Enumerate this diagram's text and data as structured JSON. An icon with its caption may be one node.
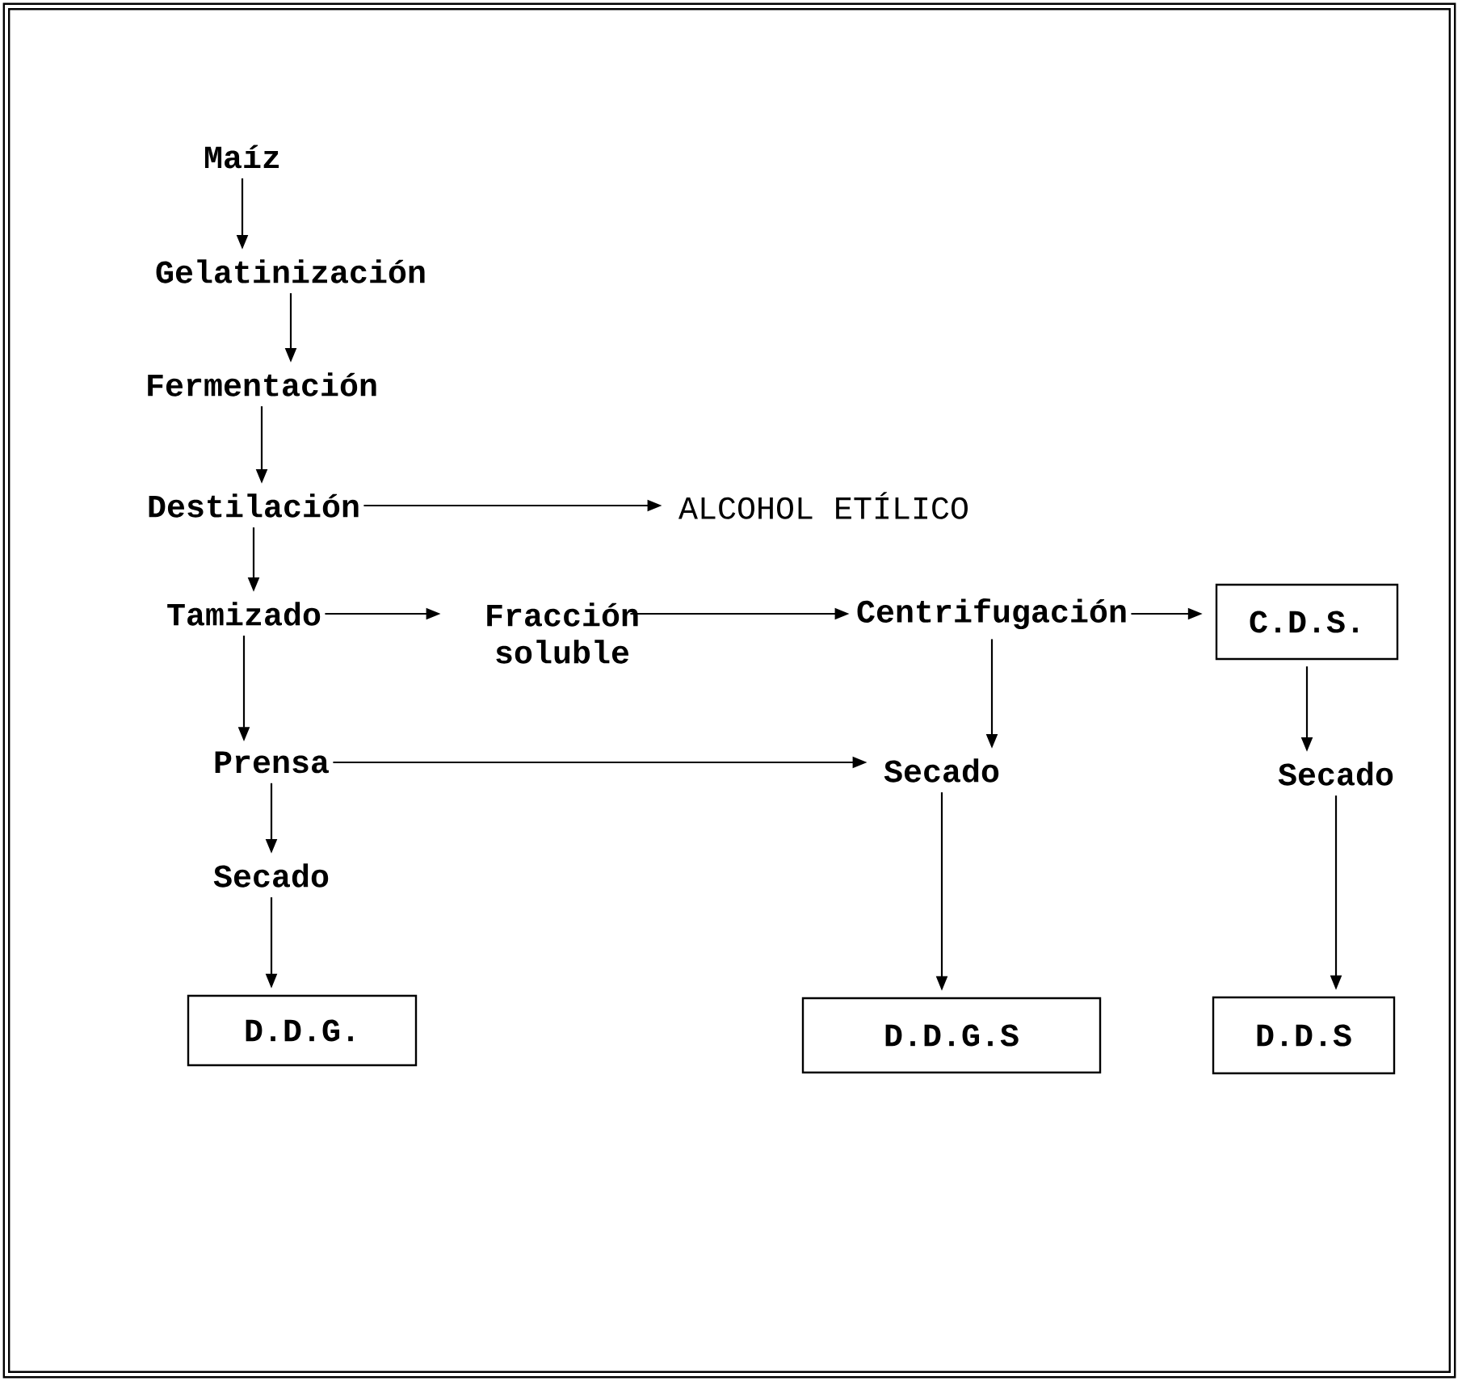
{
  "diagram": {
    "nodes": [
      {
        "text": [
          "Maíz"
        ]
      },
      {
        "text": [
          "Gelatinización"
        ]
      },
      {
        "text": [
          "Fermentación"
        ]
      },
      {
        "text": [
          "Destilación"
        ]
      },
      {
        "text": [
          "ALCOHOL ETÍLICO"
        ]
      },
      {
        "text": [
          "Tamizado"
        ]
      },
      {
        "text": [
          "Fracción soluble"
        ]
      },
      {
        "text": [
          "Centrifugación"
        ]
      },
      {
        "text": [
          "C.D.S."
        ]
      },
      {
        "text": [
          "Prensa"
        ]
      },
      {
        "text": [
          "Secado"
        ]
      },
      {
        "text": [
          "Secado"
        ]
      },
      {
        "text": [
          "Secado"
        ]
      },
      {
        "text": [
          "D.D.G."
        ]
      },
      {
        "text": [
          "D.D.G.S"
        ]
      },
      {
        "text": [
          "D.D.S"
        ]
      }
    ],
    "edges": [
      {
        "from": 0,
        "to": 1,
        "arrow": "to"
      },
      {
        "from": 1,
        "to": 2,
        "arrow": "to"
      },
      {
        "from": 2,
        "to": 3,
        "arrow": "to"
      },
      {
        "from": 3,
        "to": 4,
        "arrow": "to"
      },
      {
        "from": 3,
        "to": 5,
        "arrow": "to"
      },
      {
        "from": 5,
        "to": 6,
        "arrow": "to"
      },
      {
        "from": 6,
        "to": 7,
        "arrow": "to"
      },
      {
        "from": 7,
        "to": 8,
        "arrow": "to"
      },
      {
        "from": 5,
        "to": 9,
        "arrow": "to"
      },
      {
        "from": 7,
        "to": 10,
        "arrow": "to"
      },
      {
        "from": 8,
        "to": 11,
        "arrow": "to"
      },
      {
        "from": 9,
        "to": 10,
        "arrow": "to"
      },
      {
        "from": 9,
        "to": 12,
        "arrow": "to"
      },
      {
        "from": 12,
        "to": 13,
        "arrow": "to"
      },
      {
        "from": 10,
        "to": 14,
        "arrow": "to"
      },
      {
        "from": 11,
        "to": 15,
        "arrow": "to"
      }
    ]
  }
}
